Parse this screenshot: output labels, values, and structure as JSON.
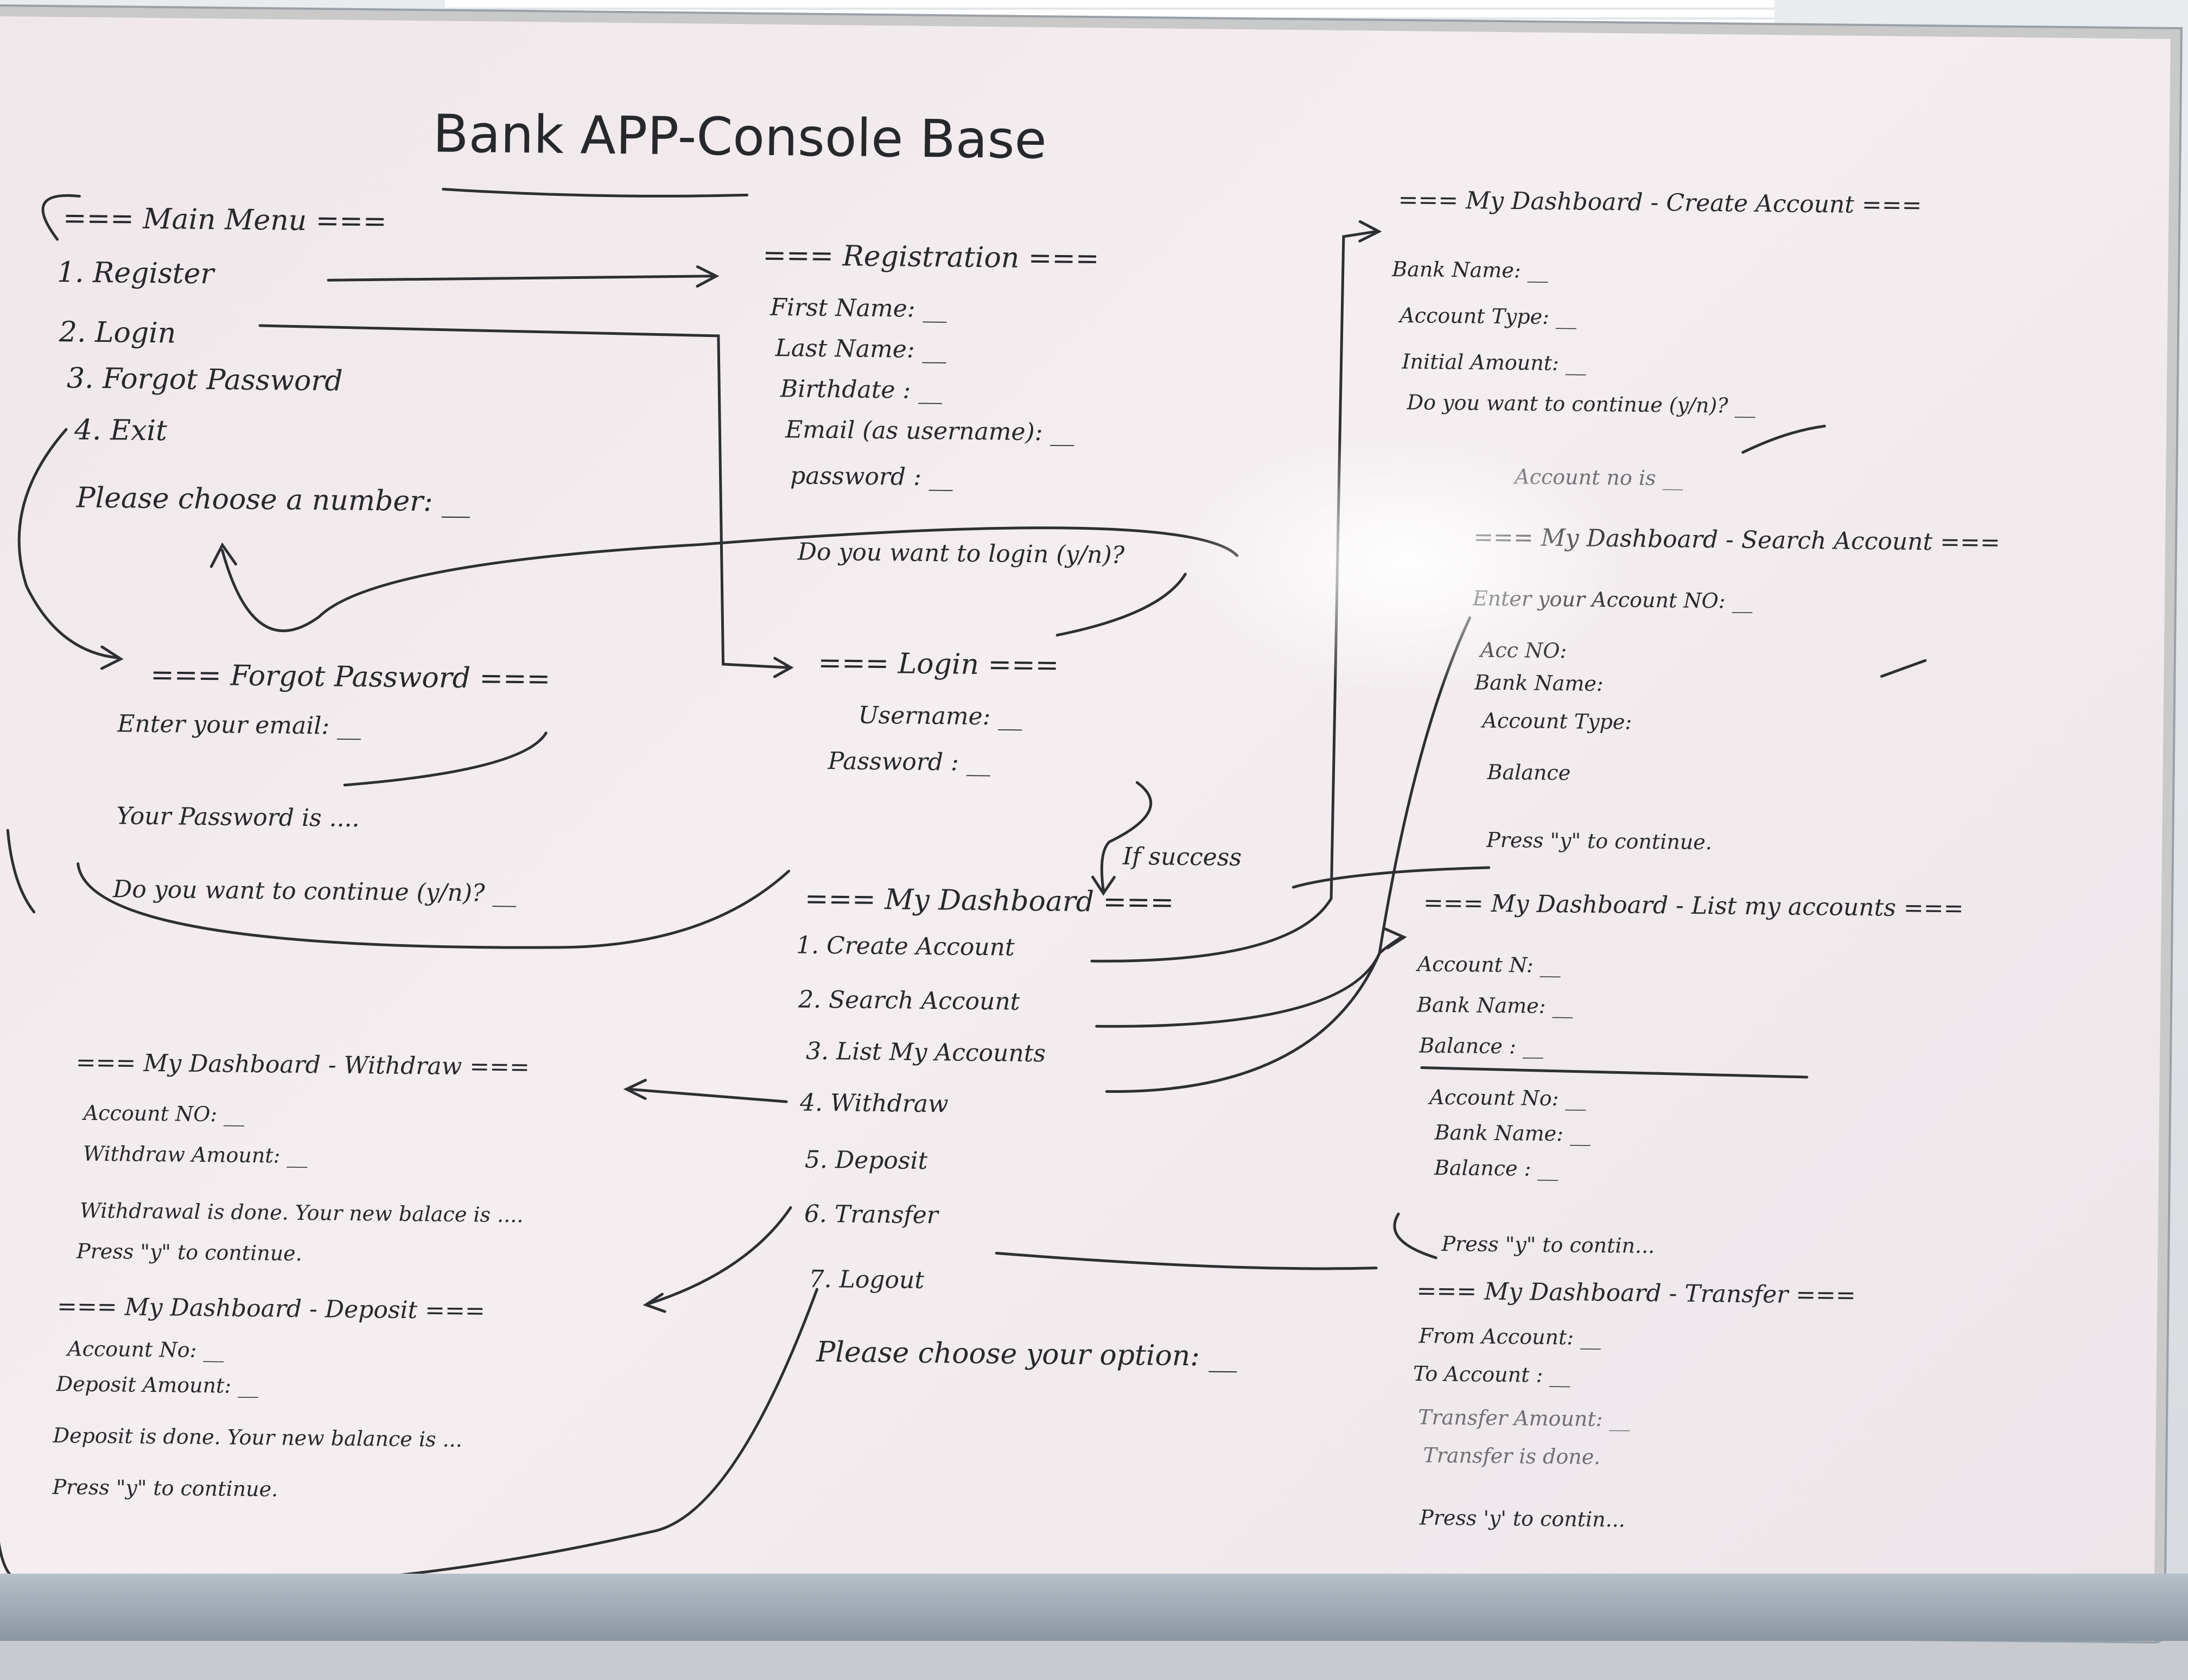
{
  "title": "Bank APP-Console Base",
  "main_menu": {
    "header": "=== Main Menu ===",
    "items": [
      "1. Register",
      "2. Login",
      "3. Forgot Password",
      "4. Exit"
    ],
    "prompt": "Please choose a number: __"
  },
  "registration": {
    "header": "=== Registration ===",
    "fields": [
      "First Name: __",
      "Last Name: __",
      "Birthdate : __",
      "Email (as username): __",
      "password : __"
    ],
    "prompt": "Do you want to login (y/n)?"
  },
  "login": {
    "header": "=== Login ===",
    "fields": [
      "Username: __",
      "Password : __"
    ],
    "success_note": "If success"
  },
  "forgot_password": {
    "header": "=== Forgot Password ===",
    "lines": [
      "Enter your email: __",
      "Your Password is ....",
      "Do you want to continue (y/n)? __"
    ]
  },
  "dashboard": {
    "header": "=== My Dashboard ===",
    "items": [
      "1. Create Account",
      "2. Search Account",
      "3. List My Accounts",
      "4. Withdraw",
      "5. Deposit",
      "6. Transfer",
      "7. Logout"
    ],
    "prompt": "Please choose your option: __"
  },
  "withdraw": {
    "header": "=== My Dashboard - Withdraw ===",
    "lines": [
      "Account NO: __",
      "Withdraw Amount: __",
      "Withdrawal is done. Your new balace is ....",
      "Press \"y\" to continue."
    ]
  },
  "deposit": {
    "header": "=== My Dashboard - Deposit ===",
    "lines": [
      "Account No: __",
      "Deposit Amount: __",
      "Deposit is done. Your new balance is ...",
      "Press \"y\" to continue."
    ]
  },
  "create_account": {
    "header": "=== My Dashboard - Create Account ===",
    "lines": [
      "Bank Name: __",
      "Account Type: __",
      "Initial Amount: __",
      "Do you want to continue (y/n)? __",
      "Account no is __"
    ]
  },
  "search_account": {
    "header": "=== My Dashboard - Search Account ===",
    "lines": [
      "Enter your Account NO: __",
      "Acc NO:",
      "Bank Name:",
      "Account Type:",
      "Balance",
      "Press \"y\" to continue."
    ]
  },
  "list_accounts": {
    "header": "=== My Dashboard - List my accounts ===",
    "lines": [
      "Account N: __",
      "Bank Name: __",
      "Balance : __",
      "Account No: __",
      "Bank Name: __",
      "Balance : __",
      "Press \"y\" to contin..."
    ]
  },
  "transfer": {
    "header": "=== My Dashboard - Transfer ===",
    "lines": [
      "From Account: __",
      "To Account : __",
      "Transfer Amount: __",
      "Transfer is done.",
      "Press 'y' to contin..."
    ]
  },
  "colors": {
    "ink": "#26282c",
    "board": "#f1eaed",
    "frame": "#9aa0a6"
  }
}
